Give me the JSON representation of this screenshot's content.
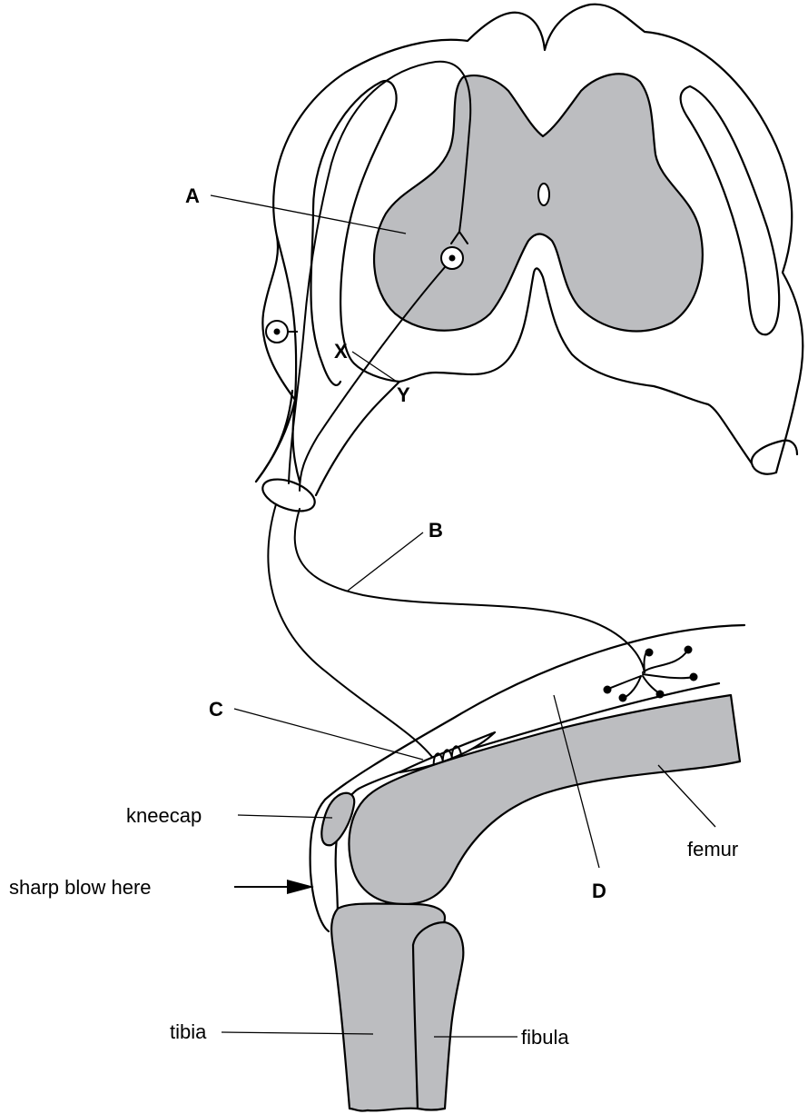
{
  "labels": {
    "A": "A",
    "B": "B",
    "C": "C",
    "D": "D",
    "X": "X",
    "Y": "Y",
    "kneecap": "kneecap",
    "sharp_blow": "sharp blow here",
    "femur": "femur",
    "tibia": "tibia",
    "fibula": "fibula"
  },
  "colors": {
    "grey_matter": "#bcbdc0",
    "bone": "#bcbdc0",
    "line": "#000000"
  }
}
